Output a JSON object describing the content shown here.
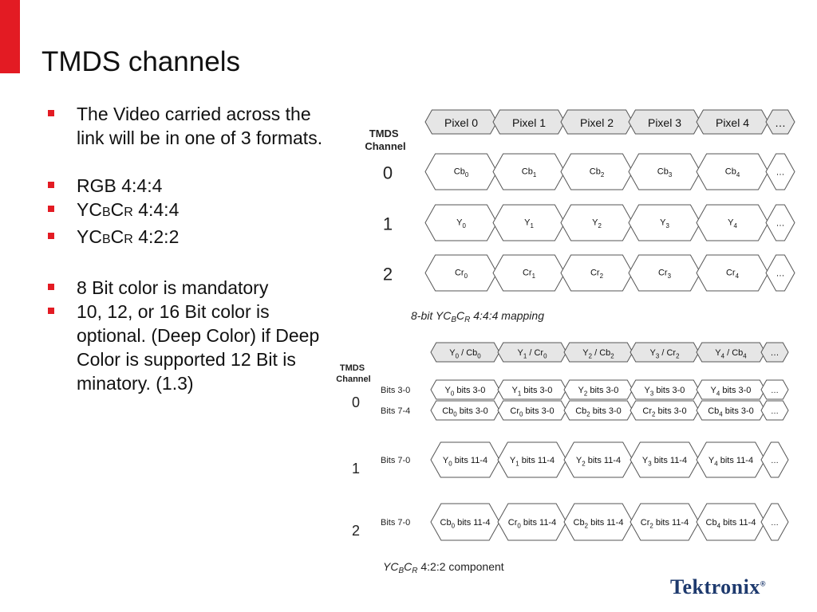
{
  "slide": {
    "title": "TMDS channels",
    "bullets": [
      "The Video carried across the link will be in one of 3 formats.",
      "RGB 4:4:4",
      "YCBCR  4:4:4",
      "YCBCR  4:2:2",
      "8 Bit color is mandatory",
      "10, 12, or 16 Bit color is optional.  (Deep Color) if Deep Color is supported 12 Bit is minatory. (1.3)"
    ],
    "logo_text": "Tektronix",
    "colors": {
      "accent": "#e31b23",
      "header_fill": "#e6e6e6",
      "logo": "#1e3a6e"
    }
  },
  "diagram444": {
    "channel_header": [
      "TMDS",
      "Channel"
    ],
    "pixels": [
      "Pixel 0",
      "Pixel 1",
      "Pixel 2",
      "Pixel 3",
      "Pixel 4",
      "…"
    ],
    "rows": [
      {
        "channel": "0",
        "base": "Cb",
        "cells": [
          "0",
          "1",
          "2",
          "3",
          "4"
        ]
      },
      {
        "channel": "1",
        "base": "Y",
        "cells": [
          "0",
          "1",
          "2",
          "3",
          "4"
        ]
      },
      {
        "channel": "2",
        "base": "Cr",
        "cells": [
          "0",
          "1",
          "2",
          "3",
          "4"
        ]
      }
    ],
    "ellipsis": "…",
    "caption": "8-bit YCBCR 4:4:4 mapping"
  },
  "diagram422": {
    "channel_header": [
      "TMDS",
      "Channel"
    ],
    "header_cells": [
      [
        "Y",
        "0",
        " / Cb",
        "0"
      ],
      [
        "Y",
        "1",
        " / Cr",
        "0"
      ],
      [
        "Y",
        "2",
        " / Cb",
        "2"
      ],
      [
        "Y",
        "3",
        " / Cr",
        "2"
      ],
      [
        "Y",
        "4",
        " / Cb",
        "4"
      ]
    ],
    "ellipsis": "…",
    "rows": [
      {
        "channel": "0",
        "label": "Bits 3-0",
        "cells": [
          [
            "Y",
            "0",
            " bits 3-0"
          ],
          [
            "Y",
            "1",
            " bits 3-0"
          ],
          [
            "Y",
            "2",
            " bits 3-0"
          ],
          [
            "Y",
            "3",
            " bits 3-0"
          ],
          [
            "Y",
            "4",
            " bits 3-0"
          ]
        ]
      },
      {
        "channel": "",
        "label": "Bits 7-4",
        "cells": [
          [
            "Cb",
            "0",
            " bits 3-0"
          ],
          [
            "Cr",
            "0",
            " bits 3-0"
          ],
          [
            "Cb",
            "2",
            " bits 3-0"
          ],
          [
            "Cr",
            "2",
            " bits 3-0"
          ],
          [
            "Cb",
            "4",
            " bits 3-0"
          ]
        ]
      },
      {
        "channel": "1",
        "label": "Bits 7-0",
        "cells": [
          [
            "Y",
            "0",
            " bits 11-4"
          ],
          [
            "Y",
            "1",
            " bits 11-4"
          ],
          [
            "Y",
            "2",
            " bits 11-4"
          ],
          [
            "Y",
            "3",
            " bits 11-4"
          ],
          [
            "Y",
            "4",
            " bits 11-4"
          ]
        ]
      },
      {
        "channel": "2",
        "label": "Bits 7-0",
        "cells": [
          [
            "Cb",
            "0",
            " bits 11-4"
          ],
          [
            "Cr",
            "0",
            " bits 11-4"
          ],
          [
            "Cb",
            "2",
            " bits 11-4"
          ],
          [
            "Cr",
            "2",
            " bits 11-4"
          ],
          [
            "Cb",
            "4",
            " bits 11-4"
          ]
        ]
      }
    ],
    "caption": "YCBCR 4:2:2 component"
  }
}
